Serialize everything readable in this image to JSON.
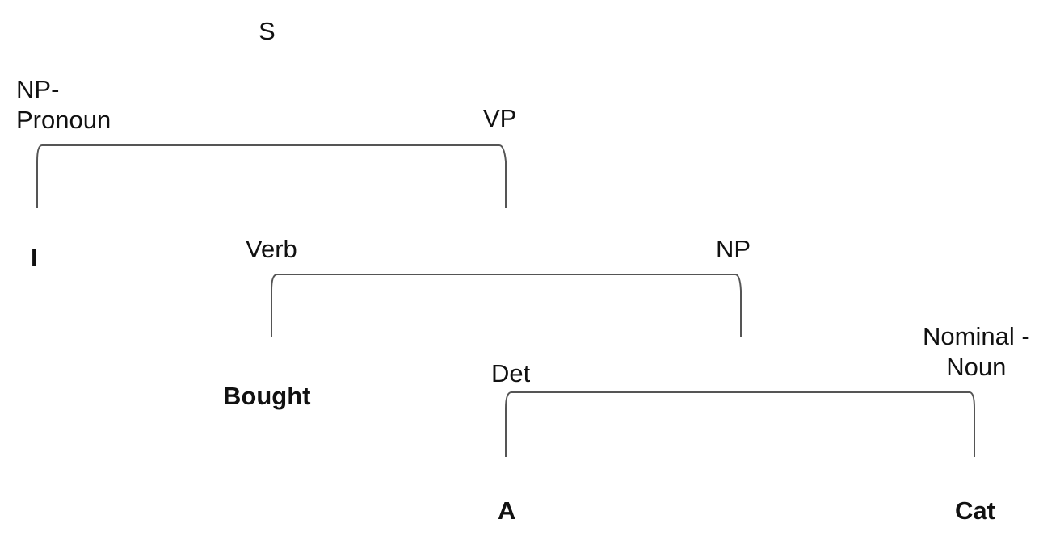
{
  "tree": {
    "root": {
      "label": "S"
    },
    "np_pronoun": {
      "label": "NP-\nPronoun",
      "word": "I"
    },
    "vp": {
      "label": "VP"
    },
    "verb": {
      "label": "Verb",
      "word": "Bought"
    },
    "np": {
      "label": "NP"
    },
    "det": {
      "label": "Det",
      "word": "A"
    },
    "nominal_noun": {
      "label": "Nominal -\nNoun",
      "word": "Cat"
    }
  },
  "colors": {
    "text": "#111111",
    "bracket": "#555555"
  }
}
